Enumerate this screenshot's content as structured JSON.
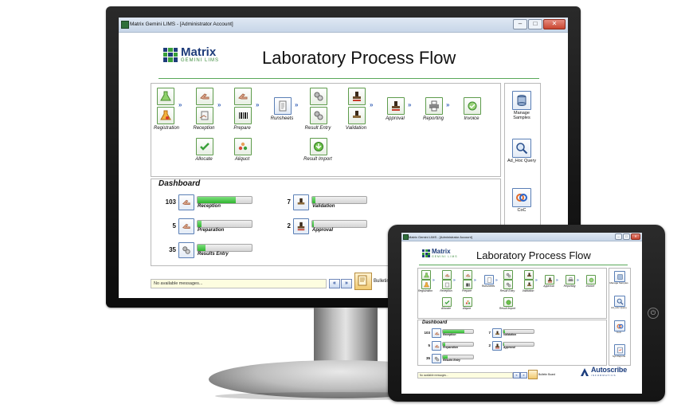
{
  "window": {
    "title": "Matrix Gemini LIMS - [Administrator Account]",
    "controls": [
      "–",
      "□",
      "✕"
    ]
  },
  "tablet_window": {
    "title": "Matrix Gemini LIMS - [Administrator Account]"
  },
  "logo": {
    "name": "Matrix",
    "sub": "GEMINI LIMS"
  },
  "page_title": "Laboratory Process Flow",
  "process_flow": {
    "steps": [
      {
        "id": "registration",
        "label": "Registration",
        "icon": "flask-icon"
      },
      {
        "id": "reception",
        "label": "Reception",
        "icon": "hand-icon"
      },
      {
        "id": "prepare",
        "label": "Prepare",
        "icon": "barcode-icon"
      },
      {
        "id": "runsheets",
        "label": "Runsheets",
        "icon": "document-icon"
      },
      {
        "id": "result-entry",
        "label": "Result Entry",
        "icon": "gears-icon"
      },
      {
        "id": "validation",
        "label": "Validation",
        "icon": "stamp-icon"
      },
      {
        "id": "approval",
        "label": "Approval",
        "icon": "approval-stamp-icon"
      },
      {
        "id": "reporting",
        "label": "Reporting",
        "icon": "printer-icon"
      },
      {
        "id": "invoice",
        "label": "Invoice",
        "icon": "invoice-icon"
      }
    ],
    "substeps": [
      {
        "id": "allocate",
        "label": "Allocate",
        "icon": "check-icon"
      },
      {
        "id": "aliquot",
        "label": "Aliquot",
        "icon": "people-icon"
      },
      {
        "id": "result-import",
        "label": "Result Import",
        "icon": "import-icon"
      }
    ]
  },
  "dashboard": {
    "title": "Dashboard",
    "items": [
      {
        "id": "reception",
        "count": "103",
        "label": "Reception",
        "progress": 0.7
      },
      {
        "id": "preparation",
        "count": "5",
        "label": "Preparation",
        "progress": 0.08
      },
      {
        "id": "results-entry",
        "count": "35",
        "label": "Results Entry",
        "progress": 0.15
      },
      {
        "id": "validation",
        "count": "7",
        "label": "Validation",
        "progress": 0.06
      },
      {
        "id": "approval",
        "count": "2",
        "label": "Approval",
        "progress": 0.03
      }
    ]
  },
  "side_panel": [
    {
      "id": "manage-samples",
      "label": "Manage Samples",
      "icon": "database-icon"
    },
    {
      "id": "ad-hoc-query",
      "label": "Ad_Hoc Query",
      "icon": "magnifier-icon"
    },
    {
      "id": "coc",
      "label": "CoC",
      "icon": "chain-icon"
    },
    {
      "id": "sys-reports",
      "label": "Sys Reports",
      "icon": "report-icon"
    }
  ],
  "footer": {
    "message": "No available messages...",
    "nav_prev": "«",
    "nav_next": "»",
    "bulletin_label_monitor": "Bulletin",
    "bulletin_label_tablet": "Bulletin Board"
  },
  "brand": {
    "name": "Autoscribe",
    "sub": "INFORMATICS"
  },
  "tablet_home_glyph": "⏻"
}
